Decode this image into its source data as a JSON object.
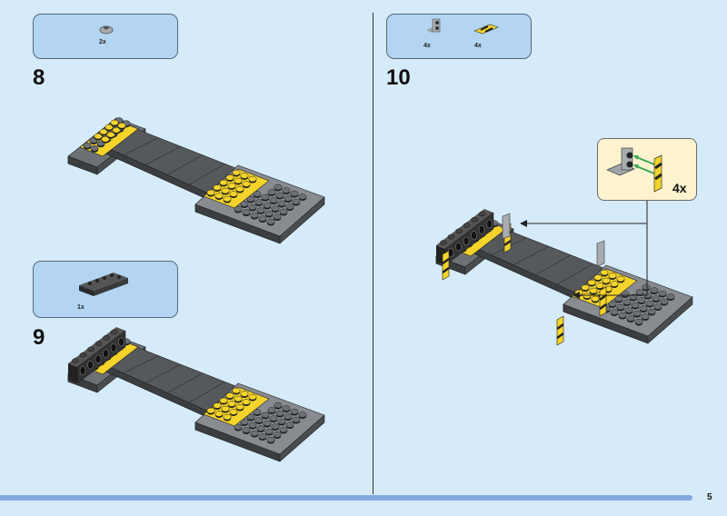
{
  "steps": [
    {
      "number": "8",
      "parts": [
        {
          "name": "grey-round-plate",
          "qty": "2x"
        }
      ]
    },
    {
      "number": "9",
      "parts": [
        {
          "name": "black-technic-brick",
          "qty": "1x"
        }
      ]
    },
    {
      "number": "10",
      "parts": [
        {
          "name": "grey-bracket",
          "qty": "4x"
        },
        {
          "name": "yellow-black-striped-tile",
          "qty": "4x"
        }
      ],
      "callout": {
        "qty": "4x"
      }
    }
  ],
  "page_number": "5",
  "colors": {
    "background": "#d5ebfa",
    "parts_box": "#b3d5f2",
    "callout": "#fdf3cf",
    "yellow": "#f4d32a",
    "dark_grey": "#5b5f63",
    "arrow": "#3aa55a",
    "bar": "#82a8e0"
  }
}
